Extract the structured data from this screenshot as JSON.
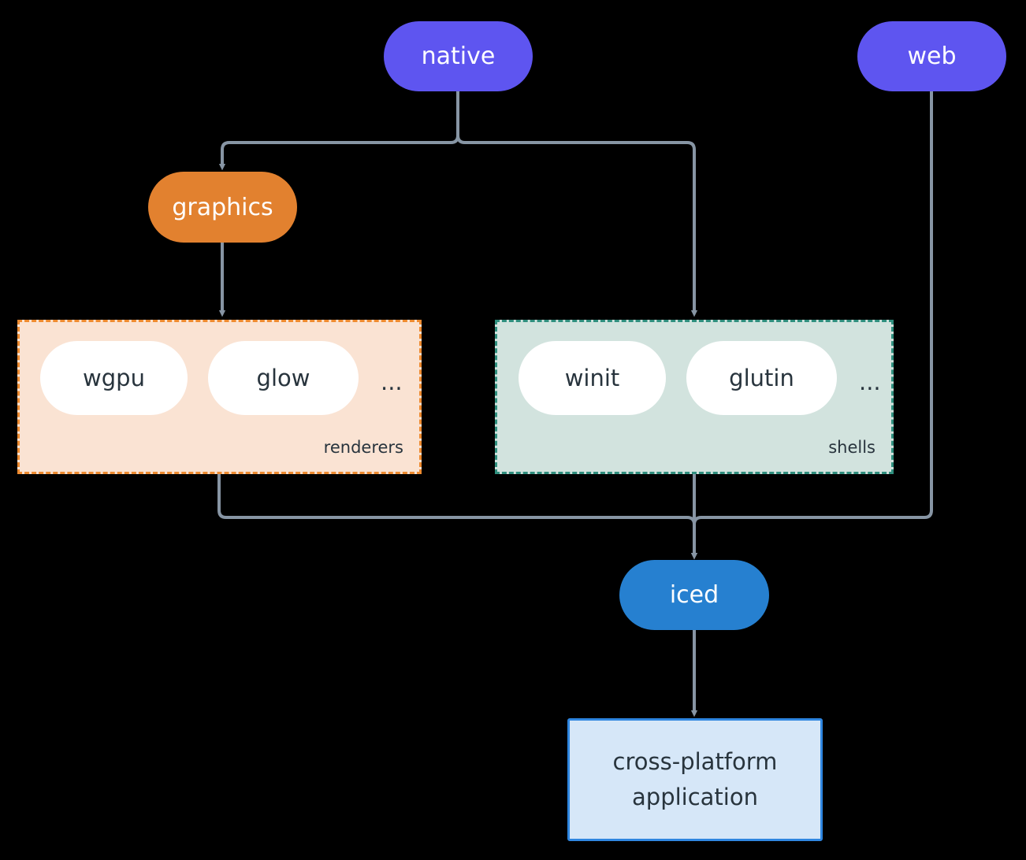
{
  "diagram": {
    "title": "iced architecture layering diagram",
    "background_color": "#000000",
    "edge_color": "#8795A4",
    "nodes": {
      "native": {
        "label": "native",
        "color": "#5E55F0",
        "shape": "pill"
      },
      "web": {
        "label": "web",
        "color": "#5E55F0",
        "shape": "pill"
      },
      "graphics": {
        "label": "graphics",
        "color": "#E2812F",
        "shape": "pill"
      },
      "iced": {
        "label": "iced",
        "color": "#2680D0",
        "shape": "pill"
      },
      "application": {
        "line1": "cross-platform",
        "line2": "application",
        "fill_color": "#D6E7F8",
        "border_color": "#2F86E0",
        "shape": "rectangle"
      }
    },
    "groups": {
      "renderers": {
        "label": "renderers",
        "fill_color": "#FAE3D3",
        "border_color": "#EE8B30",
        "border_style": "dashed",
        "items": [
          {
            "label": "wgpu"
          },
          {
            "label": "glow"
          }
        ],
        "more": "..."
      },
      "shells": {
        "label": "shells",
        "fill_color": "#D2E3DE",
        "border_color": "#2F8F7E",
        "border_style": "dashed",
        "items": [
          {
            "label": "winit"
          },
          {
            "label": "glutin"
          }
        ],
        "more": "..."
      }
    },
    "edges": [
      {
        "from": "native",
        "to": "graphics",
        "arrow": true
      },
      {
        "from": "native",
        "to": "shells",
        "arrow": true
      },
      {
        "from": "graphics",
        "to": "renderers",
        "arrow": true
      },
      {
        "from": "renderers",
        "to": "iced",
        "arrow": true
      },
      {
        "from": "shells",
        "to": "iced",
        "arrow": true
      },
      {
        "from": "web",
        "to": "iced",
        "arrow": true
      },
      {
        "from": "iced",
        "to": "application",
        "arrow": true
      }
    ]
  }
}
